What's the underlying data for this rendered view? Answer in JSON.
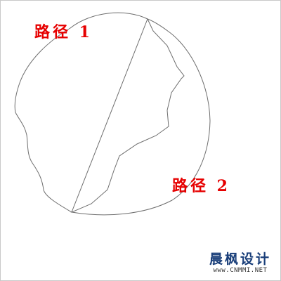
{
  "labels": {
    "path_1": "路径 1",
    "path_2": "路径 2"
  },
  "watermark": {
    "title": "晨枫设计",
    "url": "www.CNMMI.NET"
  },
  "colors": {
    "label": "#e60000",
    "stroke": "#6e6e6e",
    "watermark": "#1a3f7a"
  }
}
